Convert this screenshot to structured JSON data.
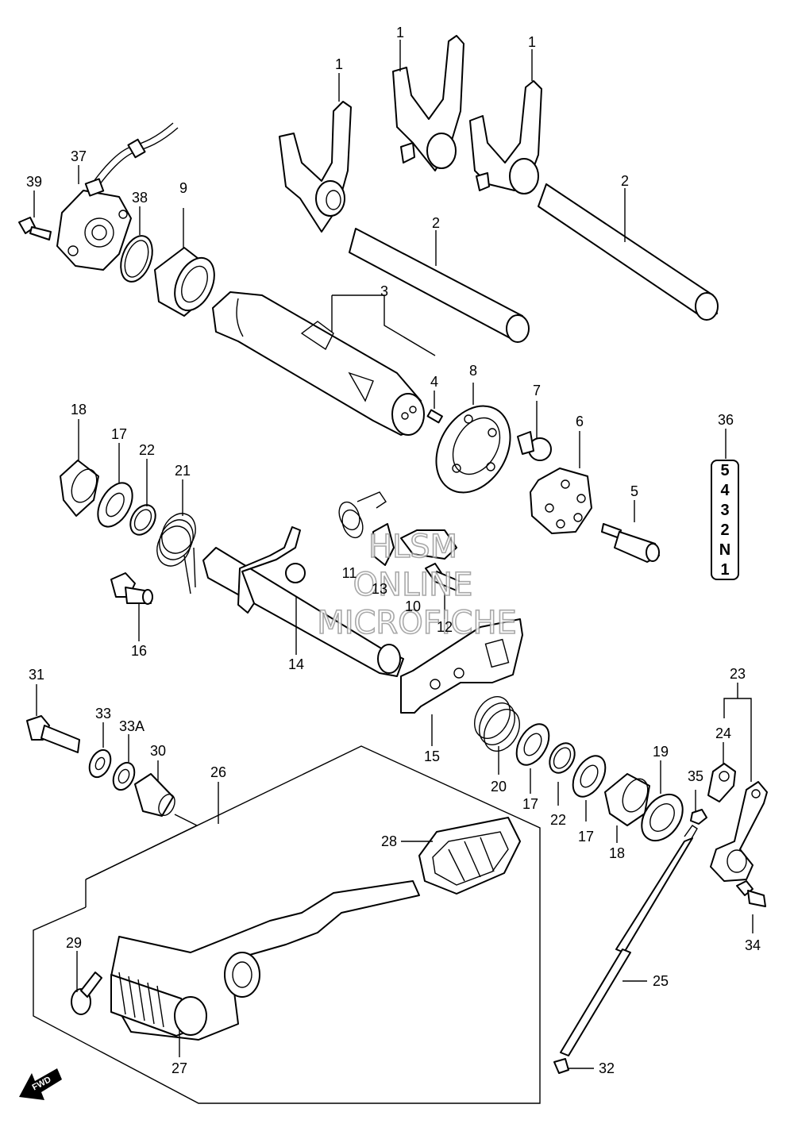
{
  "callouts": {
    "c1a": "1",
    "c1b": "1",
    "c1c": "1",
    "c2a": "2",
    "c2b": "2",
    "c3": "3",
    "c4": "4",
    "c5": "5",
    "c6": "6",
    "c7": "7",
    "c8": "8",
    "c9": "9",
    "c10": "10",
    "c11": "11",
    "c12": "12",
    "c13": "13",
    "c14": "14",
    "c15": "15",
    "c16": "16",
    "c17a": "17",
    "c17b": "17",
    "c17c": "17",
    "c18a": "18",
    "c18b": "18",
    "c19": "19",
    "c20": "20",
    "c21": "21",
    "c22a": "22",
    "c22b": "22",
    "c23": "23",
    "c24": "24",
    "c25": "25",
    "c26": "26",
    "c27": "27",
    "c28": "28",
    "c29": "29",
    "c30": "30",
    "c31": "31",
    "c32": "32",
    "c33": "33",
    "c33a": "33A",
    "c34": "34",
    "c35": "35",
    "c36": "36",
    "c37": "37",
    "c38": "38",
    "c39": "39"
  },
  "gear_indicator": [
    "5",
    "4",
    "3",
    "2",
    "N",
    "1"
  ],
  "watermark": {
    "line1": "HLSM",
    "line2": "ONLINE",
    "line3": "MICROFICHE"
  },
  "fwd_label": "FWD"
}
